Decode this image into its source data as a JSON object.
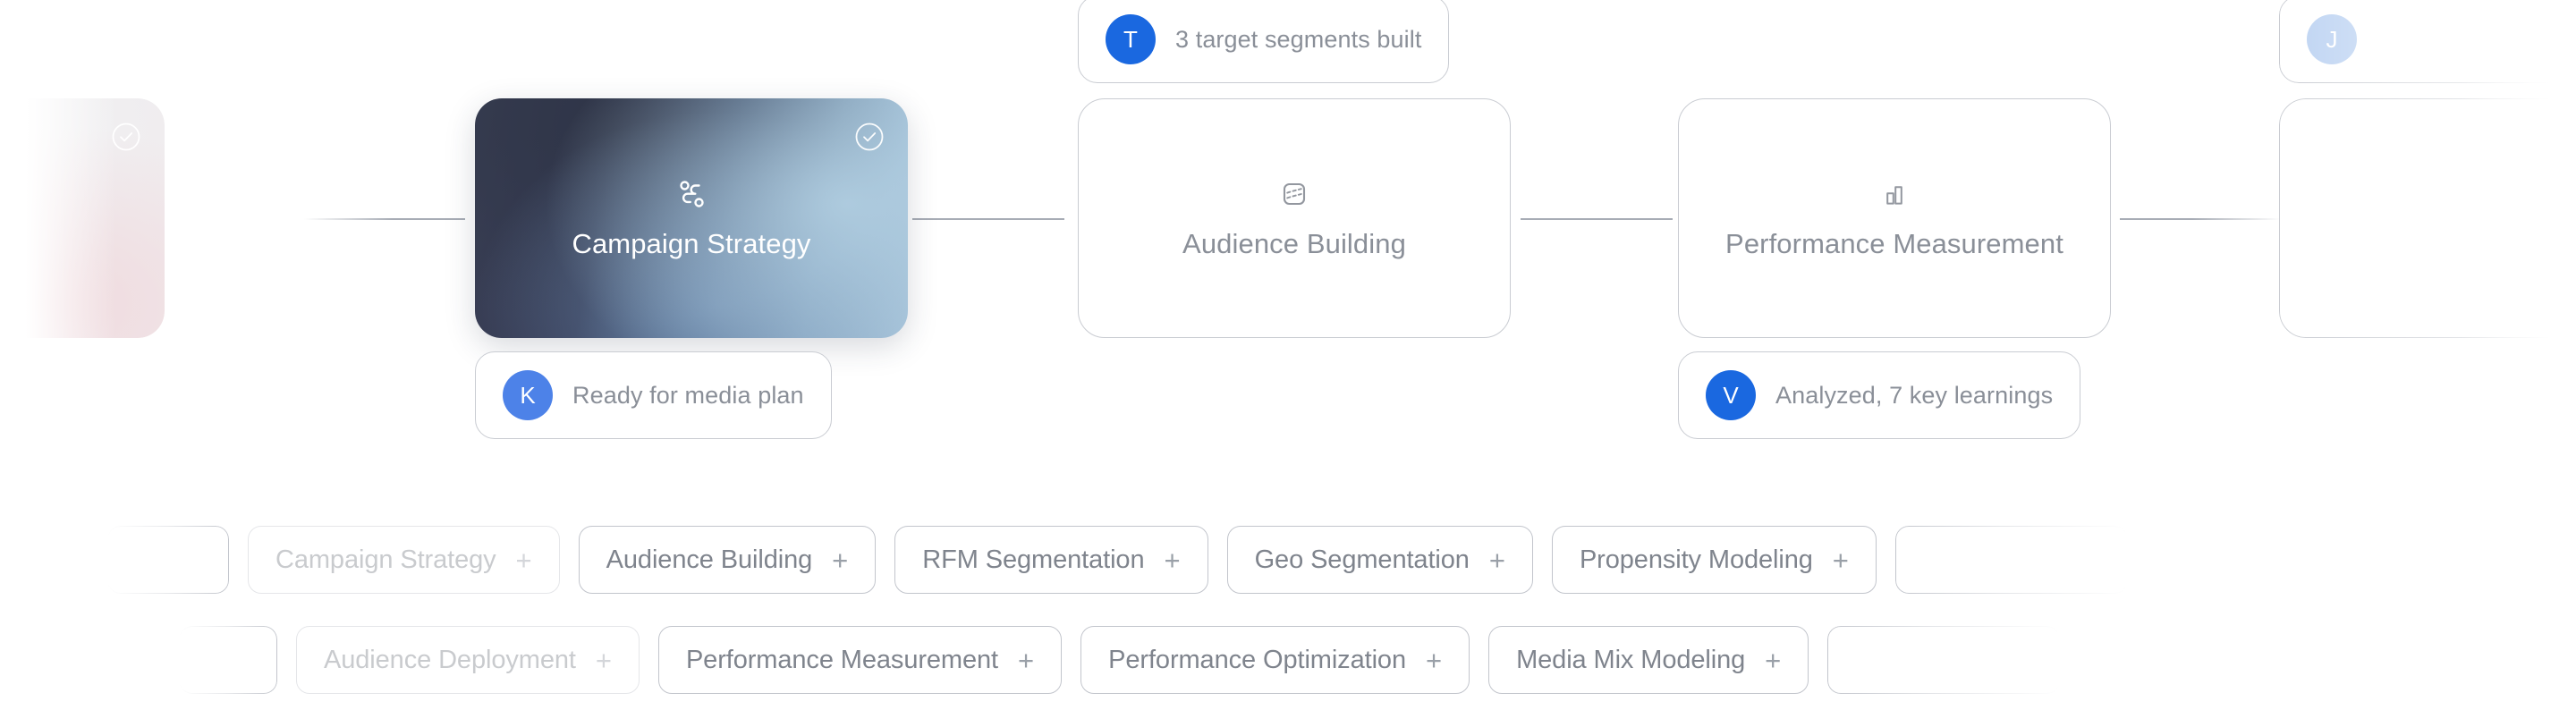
{
  "canvas": {
    "background_color": "#ffffff",
    "connector_color": "#a7acb5"
  },
  "stages": [
    {
      "id": "stage-ghost-left",
      "label": "",
      "icon": "check-circle-icon",
      "state": "completed-offscreen",
      "completed": true
    },
    {
      "id": "stage-campaign-strategy",
      "label": "Campaign Strategy",
      "icon": "route-icon",
      "state": "active",
      "completed": true,
      "gradient_from": "#3b4055",
      "gradient_to": "#a9c6dc"
    },
    {
      "id": "stage-audience-building",
      "label": "Audience Building",
      "icon": "segments-icon",
      "state": "default",
      "completed": false
    },
    {
      "id": "stage-performance-measurement",
      "label": "Performance Measurement",
      "icon": "bar-chart-icon",
      "state": "default",
      "completed": false
    },
    {
      "id": "stage-ghost-right",
      "label": "",
      "icon": "",
      "state": "offscreen",
      "completed": false
    }
  ],
  "comments": [
    {
      "id": "comment-target-segments",
      "avatar_initial": "T",
      "avatar_color": "#1a68e0",
      "text": "3 target segments built",
      "position": "above-audience-building"
    },
    {
      "id": "comment-media-plan",
      "avatar_initial": "K",
      "avatar_color": "#4d82e8",
      "text": "Ready for media plan",
      "position": "below-campaign-strategy"
    },
    {
      "id": "comment-key-learnings",
      "avatar_initial": "V",
      "avatar_color": "#1a68e0",
      "text": "Analyzed, 7 key learnings",
      "position": "below-performance-measurement"
    },
    {
      "id": "comment-ghost-right",
      "avatar_initial": "J",
      "avatar_color": "#bdd3f2",
      "text": "",
      "position": "offscreen-right"
    }
  ],
  "suggestions": {
    "add_icon": "plus-icon",
    "row1": [
      {
        "label": "",
        "state": "edge-clipped"
      },
      {
        "label": "Campaign Strategy",
        "state": "dimmed"
      },
      {
        "label": "Audience Building",
        "state": "default"
      },
      {
        "label": "RFM Segmentation",
        "state": "default"
      },
      {
        "label": "Geo Segmentation",
        "state": "default"
      },
      {
        "label": "Propensity Modeling",
        "state": "default"
      },
      {
        "label": "",
        "state": "edge-clipped"
      }
    ],
    "row2": [
      {
        "label": "",
        "state": "edge-clipped"
      },
      {
        "label": "Audience Deployment",
        "state": "dimmed"
      },
      {
        "label": "Performance Measurement",
        "state": "default"
      },
      {
        "label": "Performance Optimization",
        "state": "default"
      },
      {
        "label": "Media Mix Modeling",
        "state": "default"
      },
      {
        "label": "",
        "state": "edge-clipped"
      }
    ]
  }
}
